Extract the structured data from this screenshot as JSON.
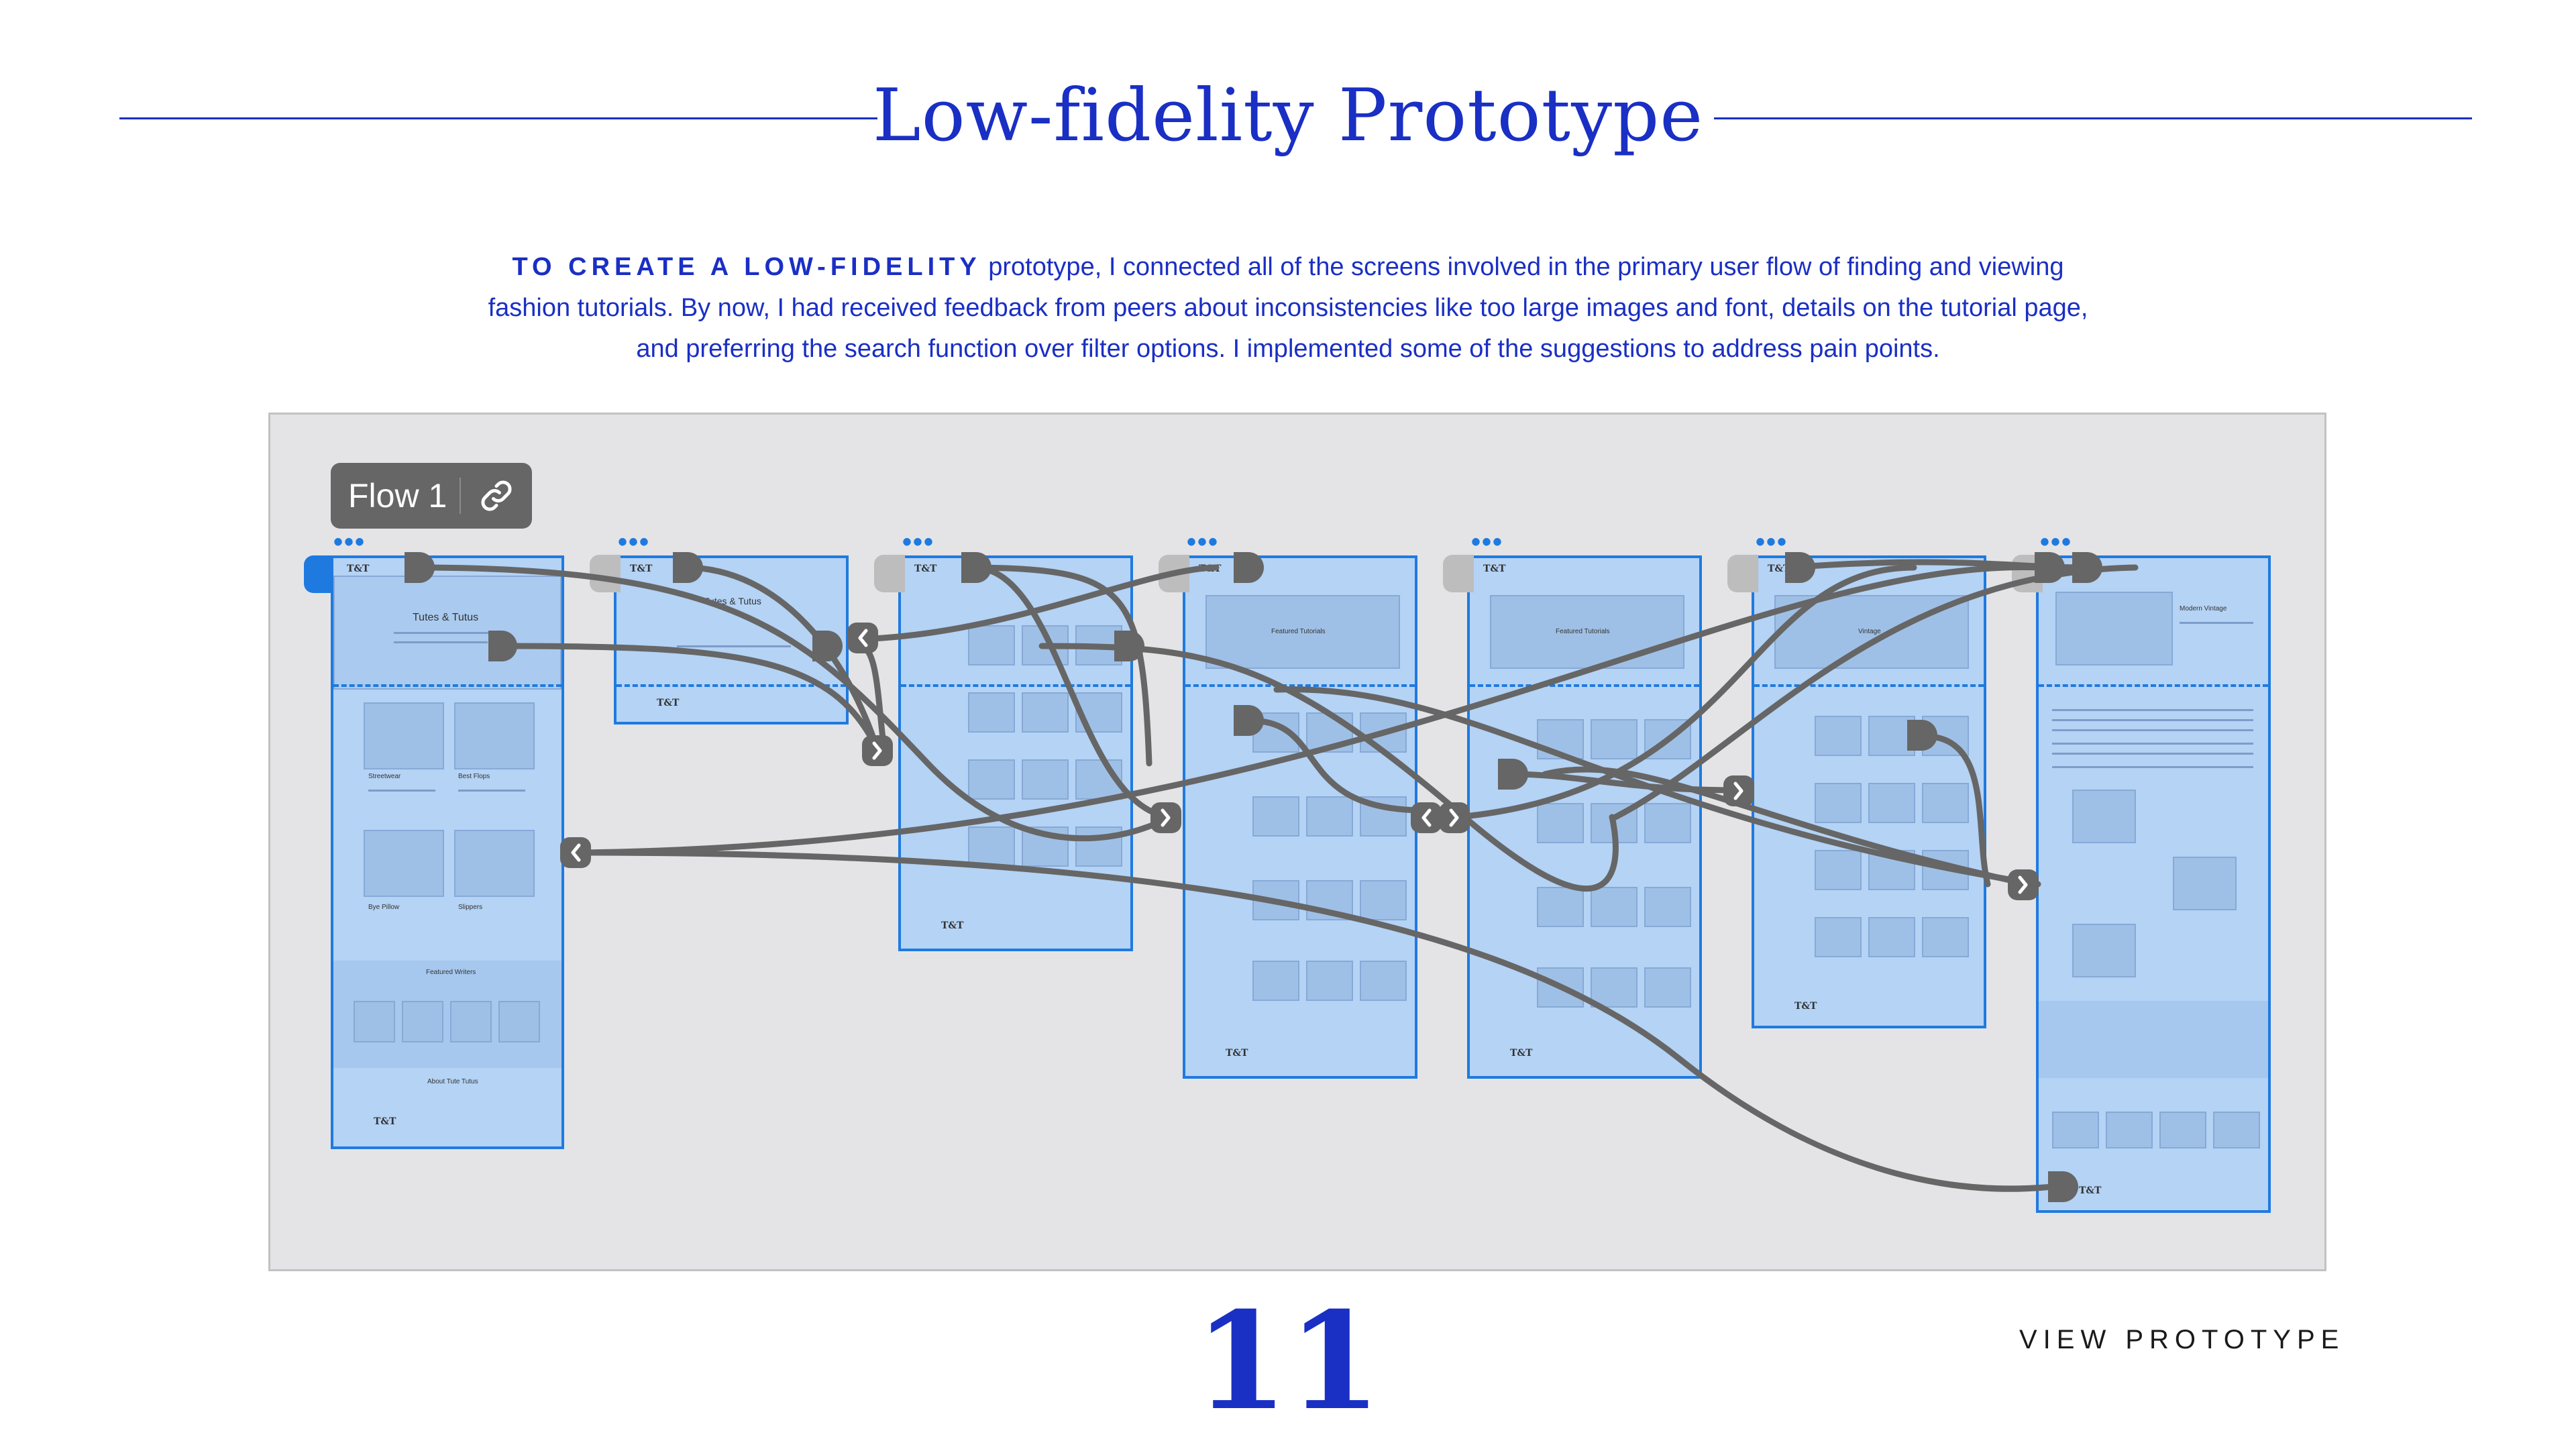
{
  "header": {
    "title": "Low-fidelity Prototype"
  },
  "intro": {
    "lead": "TO CREATE A LOW-FIDELITY",
    "body": " prototype, I connected all of the screens involved in the primary user flow of finding and viewing fashion tutorials. By now, I had received feedback from peers about inconsistencies like too large images and font, details on the tutorial page, and preferring the search function over filter options. I implemented some of the suggestions to address pain points."
  },
  "canvas": {
    "flow_label": "Flow 1",
    "link_icon": "link-icon",
    "frames": [
      {
        "logo": "T&T",
        "hero": "Tutes & Tutus",
        "cards": [
          "Streetwear",
          "Best Flops",
          "Bye Pillow",
          "Slippers"
        ],
        "section_a": "Featured Writers",
        "section_b": "About Tute Tutus"
      },
      {
        "logo": "T&T",
        "hero": "Tutes & Tutus"
      },
      {
        "logo": "T&T",
        "hero": ""
      },
      {
        "logo": "T&T",
        "hero": "Featured Tutorials"
      },
      {
        "logo": "T&T",
        "hero": "Featured Tutorials"
      },
      {
        "logo": "T&T",
        "hero": "Vintage"
      },
      {
        "logo": "T&T",
        "hero": "Modern Vintage"
      }
    ]
  },
  "footer": {
    "page_number": "11",
    "view_link": "VIEW PROTOTYPE"
  },
  "colors": {
    "brand_blue": "#1a2fc4",
    "frame_border": "#1f7ae0",
    "wire": "#666666"
  }
}
